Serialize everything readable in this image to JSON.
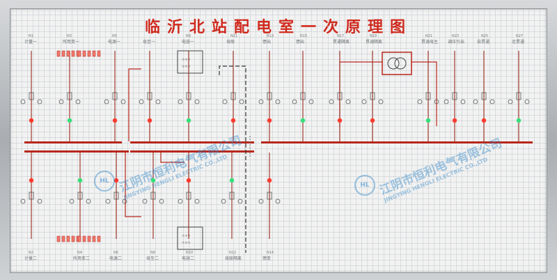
{
  "title": "临沂北站配电室一次原理图",
  "top_feeders": [
    {
      "id": "N1",
      "name": "计量一"
    },
    {
      "id": "N3",
      "name": "所用变一"
    },
    {
      "id": "N5",
      "name": "电源一"
    },
    {
      "id": "",
      "name": "母至一"
    },
    {
      "id": "N9",
      "name": "电容一"
    },
    {
      "id": "N11",
      "name": "母联"
    },
    {
      "id": "N13",
      "name": "馈出"
    },
    {
      "id": "N15",
      "name": "馈出"
    },
    {
      "id": "N17",
      "name": "贯通隔离"
    },
    {
      "id": "N19",
      "name": "贯调隔离"
    },
    {
      "id": "N21",
      "name": "贯调母主"
    },
    {
      "id": "N23",
      "name": "调压引出"
    },
    {
      "id": "N25",
      "name": "自贯通"
    },
    {
      "id": "N27",
      "name": "北贯通"
    }
  ],
  "bottom_feeders": [
    {
      "id": "N2",
      "name": "计量二"
    },
    {
      "id": "N4",
      "name": "所用变二"
    },
    {
      "id": "N6",
      "name": "电源二"
    },
    {
      "id": "N8",
      "name": "母至二"
    },
    {
      "id": "N10",
      "name": "电容二"
    },
    {
      "id": "N12",
      "name": "母联隔离"
    },
    {
      "id": "N14",
      "name": "馈变"
    }
  ],
  "watermark": {
    "company_cn": "江阴市恒利电气有限公司",
    "company_en": "JINGYING HENGLI ELECTRIC CO.,LTD",
    "logo": "HL"
  },
  "colors": {
    "busbar": "#b8271c",
    "line": "#a13b2f",
    "lamp_red": "#ff3a2e",
    "lamp_green": "#33e07a",
    "title": "#d02a1e"
  }
}
